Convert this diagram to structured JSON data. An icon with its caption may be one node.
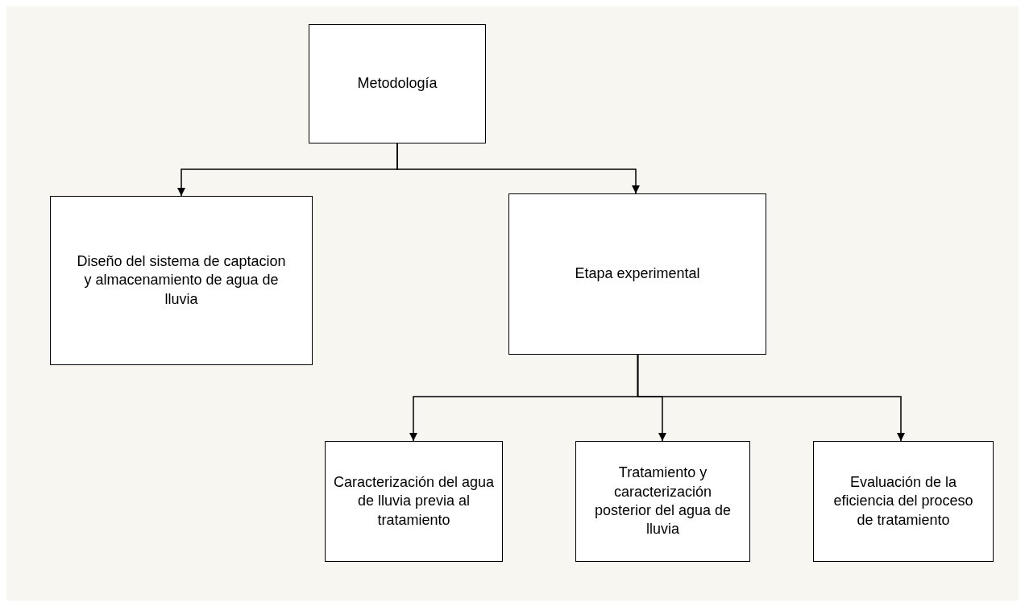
{
  "diagram": {
    "nodes": [
      {
        "text": [
          "Metodología"
        ]
      },
      {
        "text": [
          "Diseño del sistema de captacion y almacenamiento de agua de lluvia"
        ]
      },
      {
        "text": [
          "Etapa experimental"
        ]
      },
      {
        "text": [
          "Caracterización del agua de lluvia previa al tratamiento"
        ]
      },
      {
        "text": [
          "Tratamiento y caracterización posterior del agua de lluvia"
        ]
      },
      {
        "text": [
          "Evaluación de la eficiencia del proceso de tratamiento"
        ]
      }
    ],
    "edges": [
      {
        "from": 0,
        "to": 1,
        "arrow": "to"
      },
      {
        "from": 0,
        "to": 2,
        "arrow": "to"
      },
      {
        "from": 2,
        "to": 3,
        "arrow": "to"
      },
      {
        "from": 2,
        "to": 4,
        "arrow": "to"
      },
      {
        "from": 2,
        "to": 5,
        "arrow": "to"
      }
    ]
  }
}
